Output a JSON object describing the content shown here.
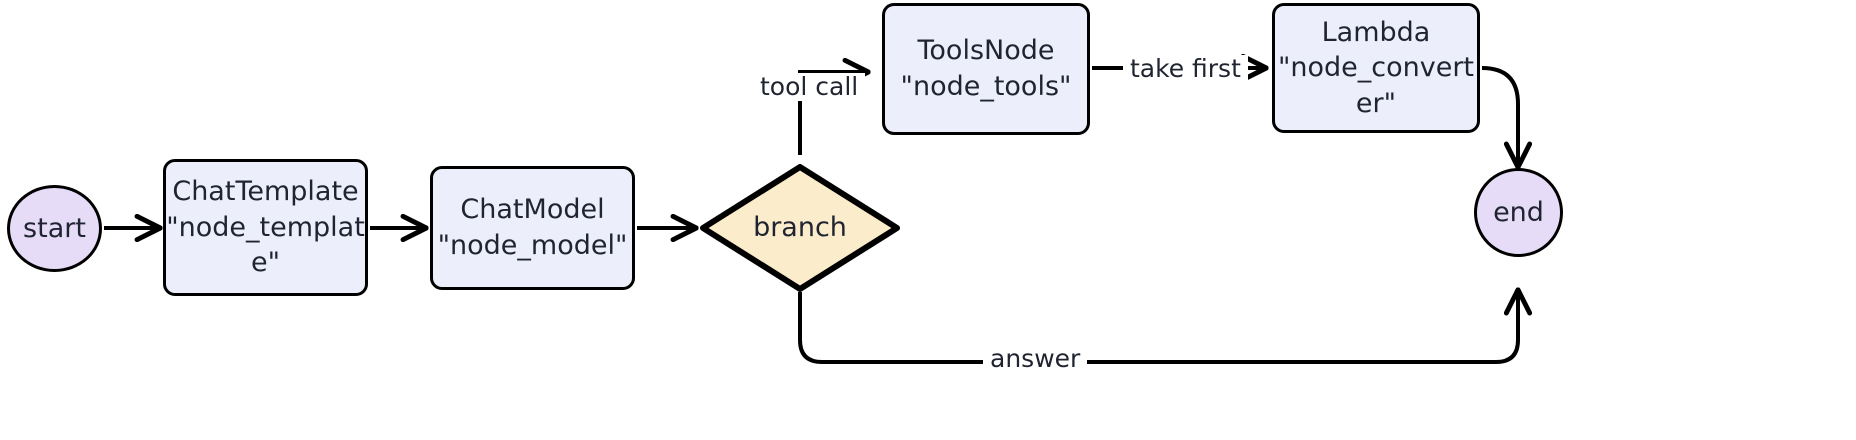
{
  "diagram": {
    "type": "flowchart",
    "direction": "left-to-right",
    "background_color": "#ffffff",
    "title": "",
    "palette": {
      "terminal_fill": "#e7dcf8",
      "process_fill": "#eceffb",
      "decision_fill": "#fbeccb",
      "stroke": "#000000",
      "text": "#1f2430"
    }
  },
  "nodes": {
    "start": {
      "label": "start",
      "shape": "circle"
    },
    "template": {
      "line1": "ChatTemplate",
      "line2": "\"node_templat",
      "line3": "e\"",
      "label": "ChatTemplate\n\"node_templat\ne\"",
      "shape": "rounded-rect"
    },
    "model": {
      "line1": "ChatModel",
      "line2": "\"node_model\"",
      "label": "ChatModel\n\"node_model\"",
      "shape": "rounded-rect"
    },
    "branch": {
      "label": "branch",
      "shape": "diamond"
    },
    "tools": {
      "line1": "ToolsNode",
      "line2": "\"node_tools\"",
      "label": "ToolsNode\n\"node_tools\"",
      "shape": "rounded-rect"
    },
    "converter": {
      "line1": "Lambda",
      "line2": "\"node_convert",
      "line3": "er\"",
      "label": "Lambda\n\"node_convert\ner\"",
      "shape": "rounded-rect"
    },
    "end": {
      "label": "end",
      "shape": "circle"
    }
  },
  "edges": [
    {
      "id": "start-template",
      "from": "start",
      "to": "template",
      "label": ""
    },
    {
      "id": "template-model",
      "from": "template",
      "to": "model",
      "label": ""
    },
    {
      "id": "model-branch",
      "from": "model",
      "to": "branch",
      "label": ""
    },
    {
      "id": "branch-tools",
      "from": "branch",
      "to": "tools",
      "label": "tool call"
    },
    {
      "id": "tools-converter",
      "from": "tools",
      "to": "converter",
      "label": "take first"
    },
    {
      "id": "converter-end",
      "from": "converter",
      "to": "end",
      "label": ""
    },
    {
      "id": "branch-end",
      "from": "branch",
      "to": "end",
      "label": "answer"
    }
  ]
}
